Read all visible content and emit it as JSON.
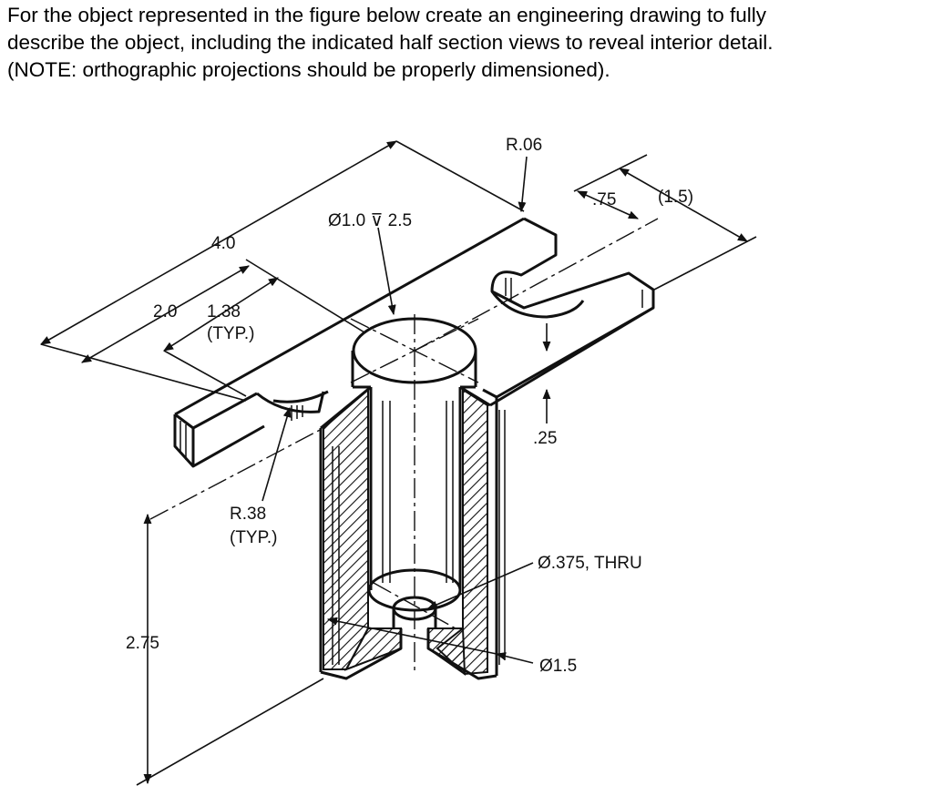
{
  "prompt": {
    "line1": "For the object represented in the figure below create an engineering drawing to fully",
    "line2": "describe the object, including the indicated half section views to reveal interior detail.",
    "line3": "(NOTE: orthographic projections should be properly dimensioned)."
  },
  "dims": {
    "r06": "R.06",
    "d75": ".75",
    "d15": "(1.5)",
    "dia10": "Ø1.0 ⊽ 2.5",
    "d40": "4.0",
    "d20": "2.0",
    "d138": "1.38",
    "typ1": "(TYP.)",
    "d25": ".25",
    "r38": "R.38",
    "typ2": "(TYP.)",
    "dia375": "Ø.375, THRU",
    "d275": "2.75",
    "dia15": "Ø1.5"
  },
  "colors": {
    "ink": "#111111",
    "paper": "#ffffff",
    "page_bg": "#f7f7f7"
  }
}
